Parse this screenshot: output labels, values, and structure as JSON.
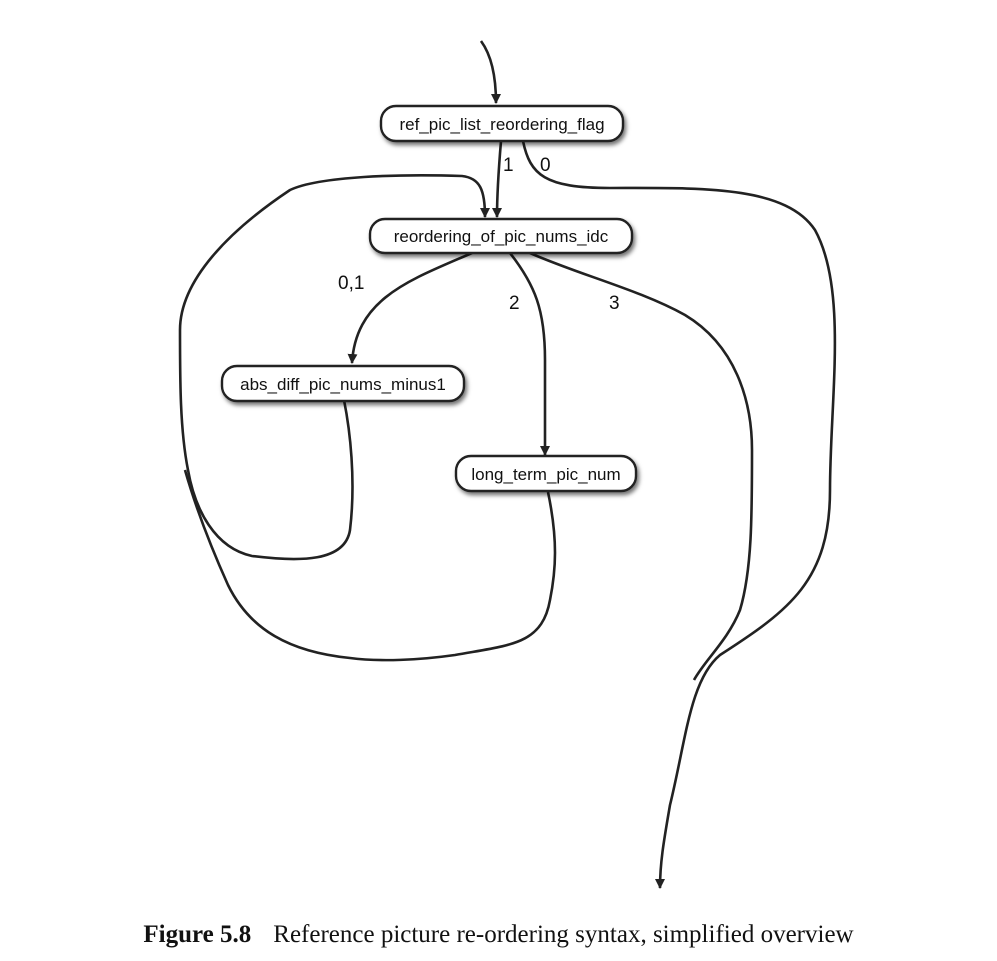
{
  "nodes": {
    "flag": "ref_pic_list_reordering_flag",
    "idc": "reordering_of_pic_nums_idc",
    "abs_diff": "abs_diff_pic_nums_minus1",
    "long_term": "long_term_pic_num"
  },
  "edge_labels": {
    "flag_one": "1",
    "flag_zero": "0",
    "idc_zero_one": "0,1",
    "idc_two": "2",
    "idc_three": "3"
  },
  "caption": {
    "number": "Figure 5.8",
    "text": "Reference picture re-ordering syntax, simplified overview"
  }
}
